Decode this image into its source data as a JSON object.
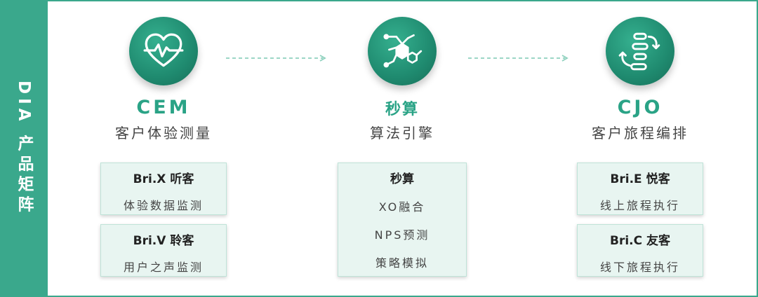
{
  "sidebar": {
    "label": "DIA 产品矩阵"
  },
  "colors": {
    "accent": "#3aa88c",
    "title": "#2aa386",
    "box_bg": "#e8f5f1"
  },
  "columns": [
    {
      "icon": "heart-pulse-icon",
      "title": "CEM",
      "subtitle": "客户体验测量",
      "boxes": [
        {
          "title": "Bri.X 听客",
          "desc": "体验数据监测"
        },
        {
          "title": "Bri.V 聆客",
          "desc": "用户之声监测"
        }
      ]
    },
    {
      "icon": "molecule-icon",
      "title": "秒算",
      "subtitle": "算法引擎",
      "box": {
        "title": "秒算",
        "items": [
          "XO融合",
          "NPS预测",
          "策略模拟"
        ]
      }
    },
    {
      "icon": "journey-cycle-icon",
      "title": "CJO",
      "subtitle": "客户旅程编排",
      "boxes": [
        {
          "title": "Bri.E 悦客",
          "desc": "线上旅程执行"
        },
        {
          "title": "Bri.C 友客",
          "desc": "线下旅程执行"
        }
      ]
    }
  ]
}
